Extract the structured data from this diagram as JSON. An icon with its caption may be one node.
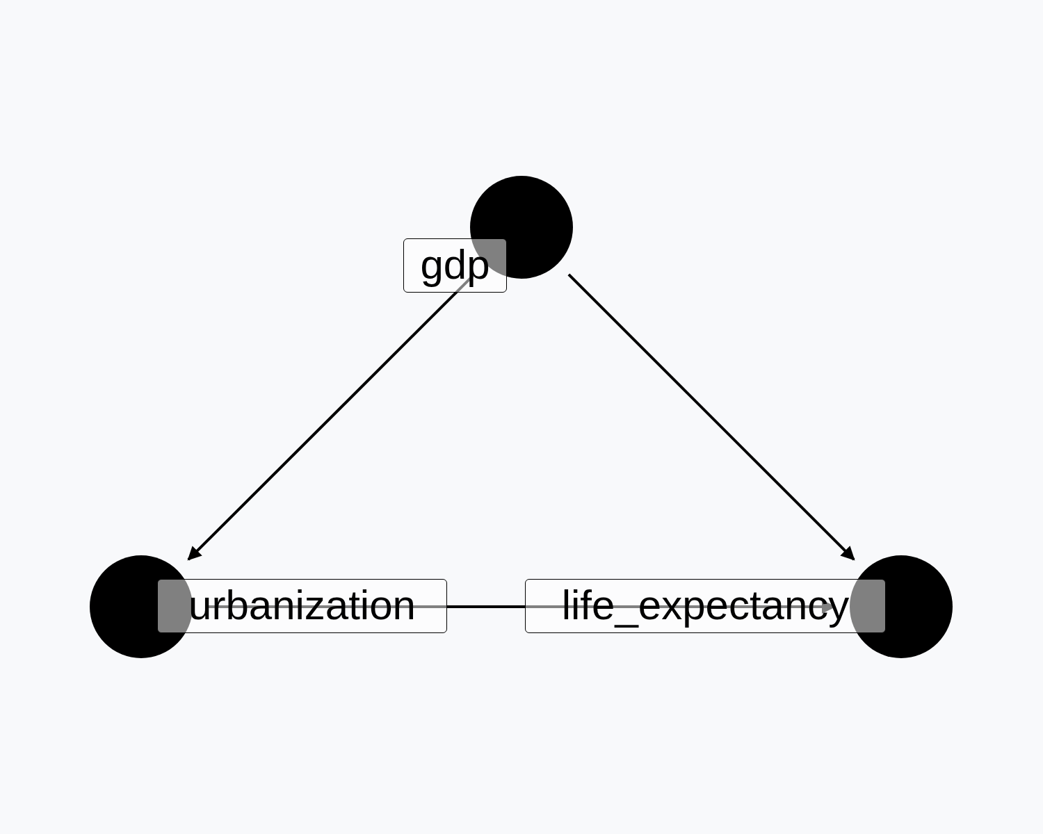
{
  "diagram": {
    "nodes": [
      {
        "text": [],
        "shape": "circle",
        "beside": [
          "gdp"
        ]
      },
      {
        "text": [],
        "shape": "circle",
        "beside": [
          "urbanization"
        ]
      },
      {
        "text": [],
        "shape": "circle",
        "beside": [
          "life_expectancy"
        ]
      }
    ],
    "edges": [
      {
        "from": 0,
        "to": 1,
        "arrow": "to"
      },
      {
        "from": 0,
        "to": 2,
        "arrow": "to"
      },
      {
        "from": 1,
        "to": 2,
        "arrow": "to"
      }
    ]
  }
}
